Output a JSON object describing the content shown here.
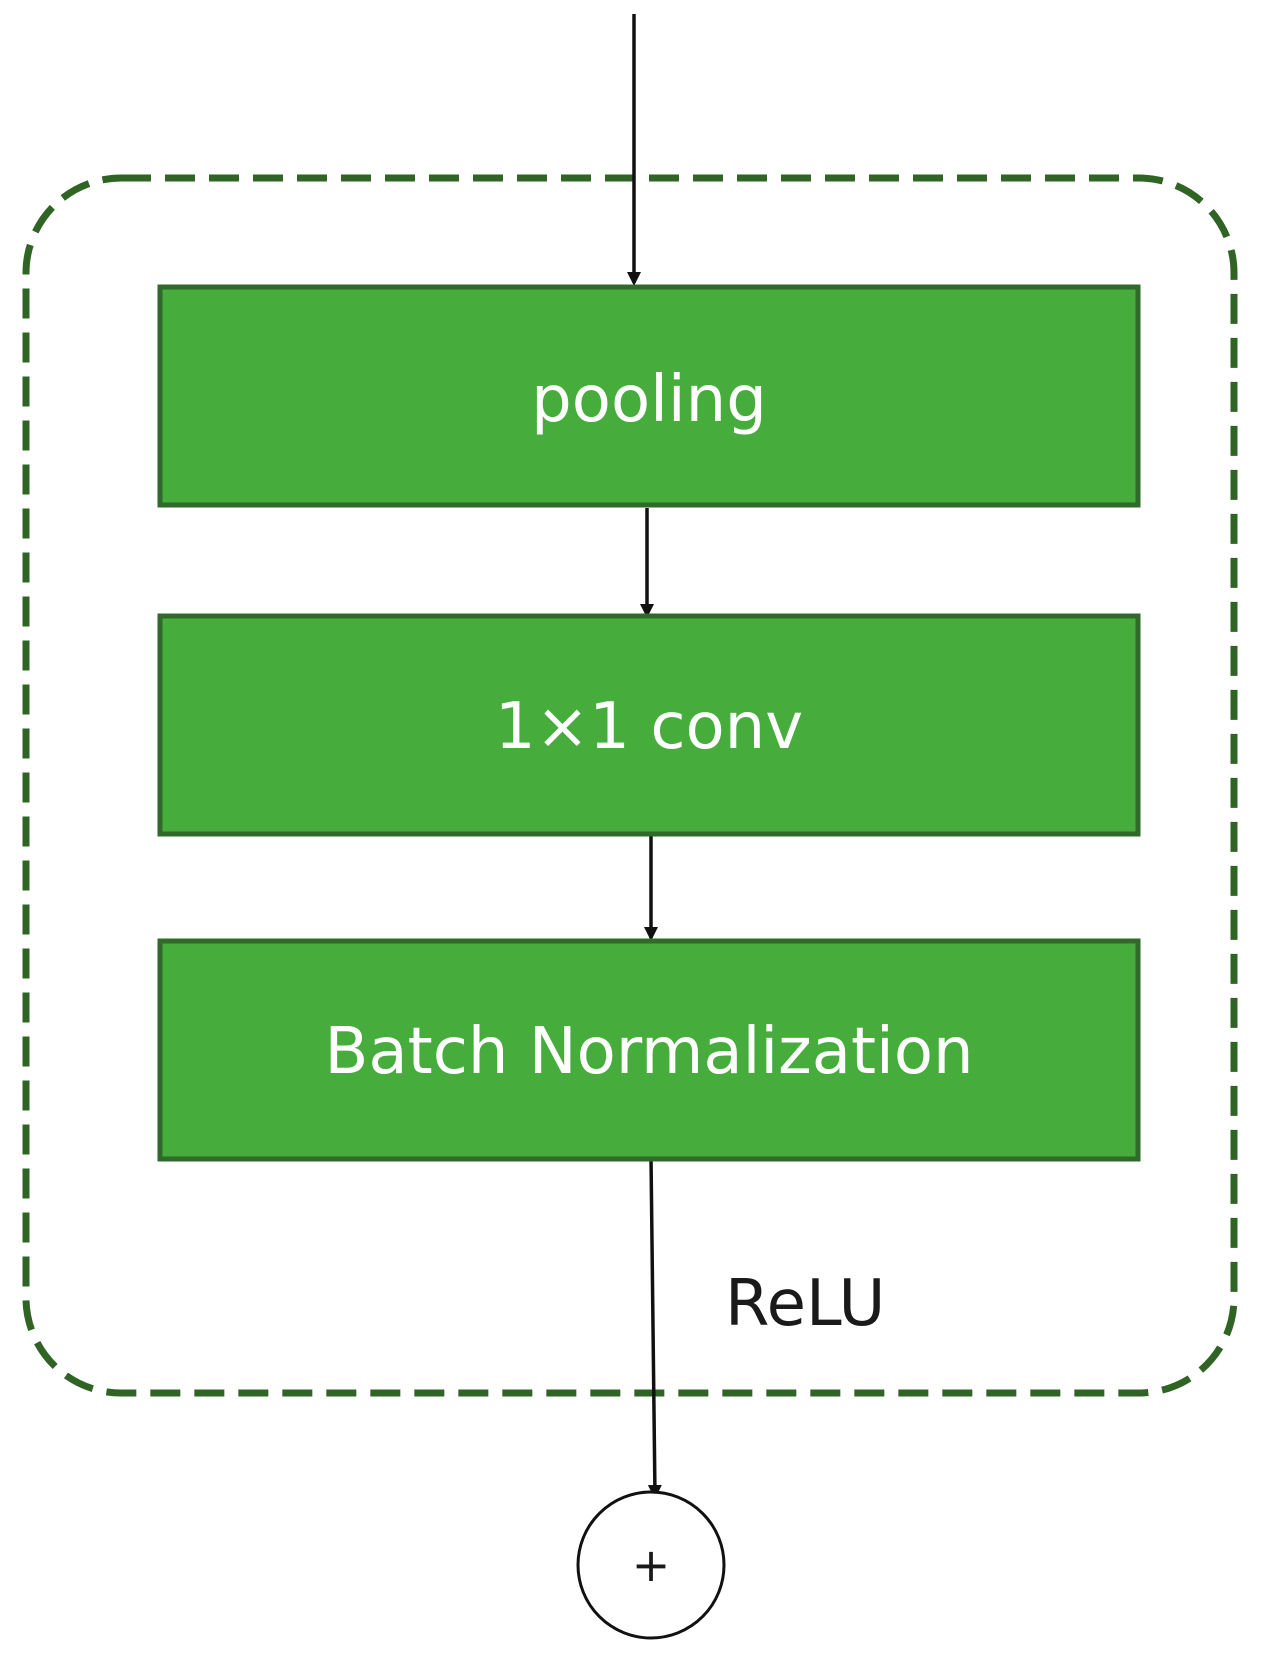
{
  "colors": {
    "block_fill": "#46ad3c",
    "block_border": "#2f6a2a",
    "group_border": "#2f6424",
    "arrow": "#111111",
    "label_text": "#ffffff",
    "outer_text": "#1a1a1a"
  },
  "blocks": [
    {
      "id": "pooling",
      "label": "pooling"
    },
    {
      "id": "conv1x1",
      "label": "1×1 conv"
    },
    {
      "id": "batchnorm",
      "label": "Batch Normalization"
    }
  ],
  "relu_label": "ReLU",
  "sum_node_label": "+"
}
